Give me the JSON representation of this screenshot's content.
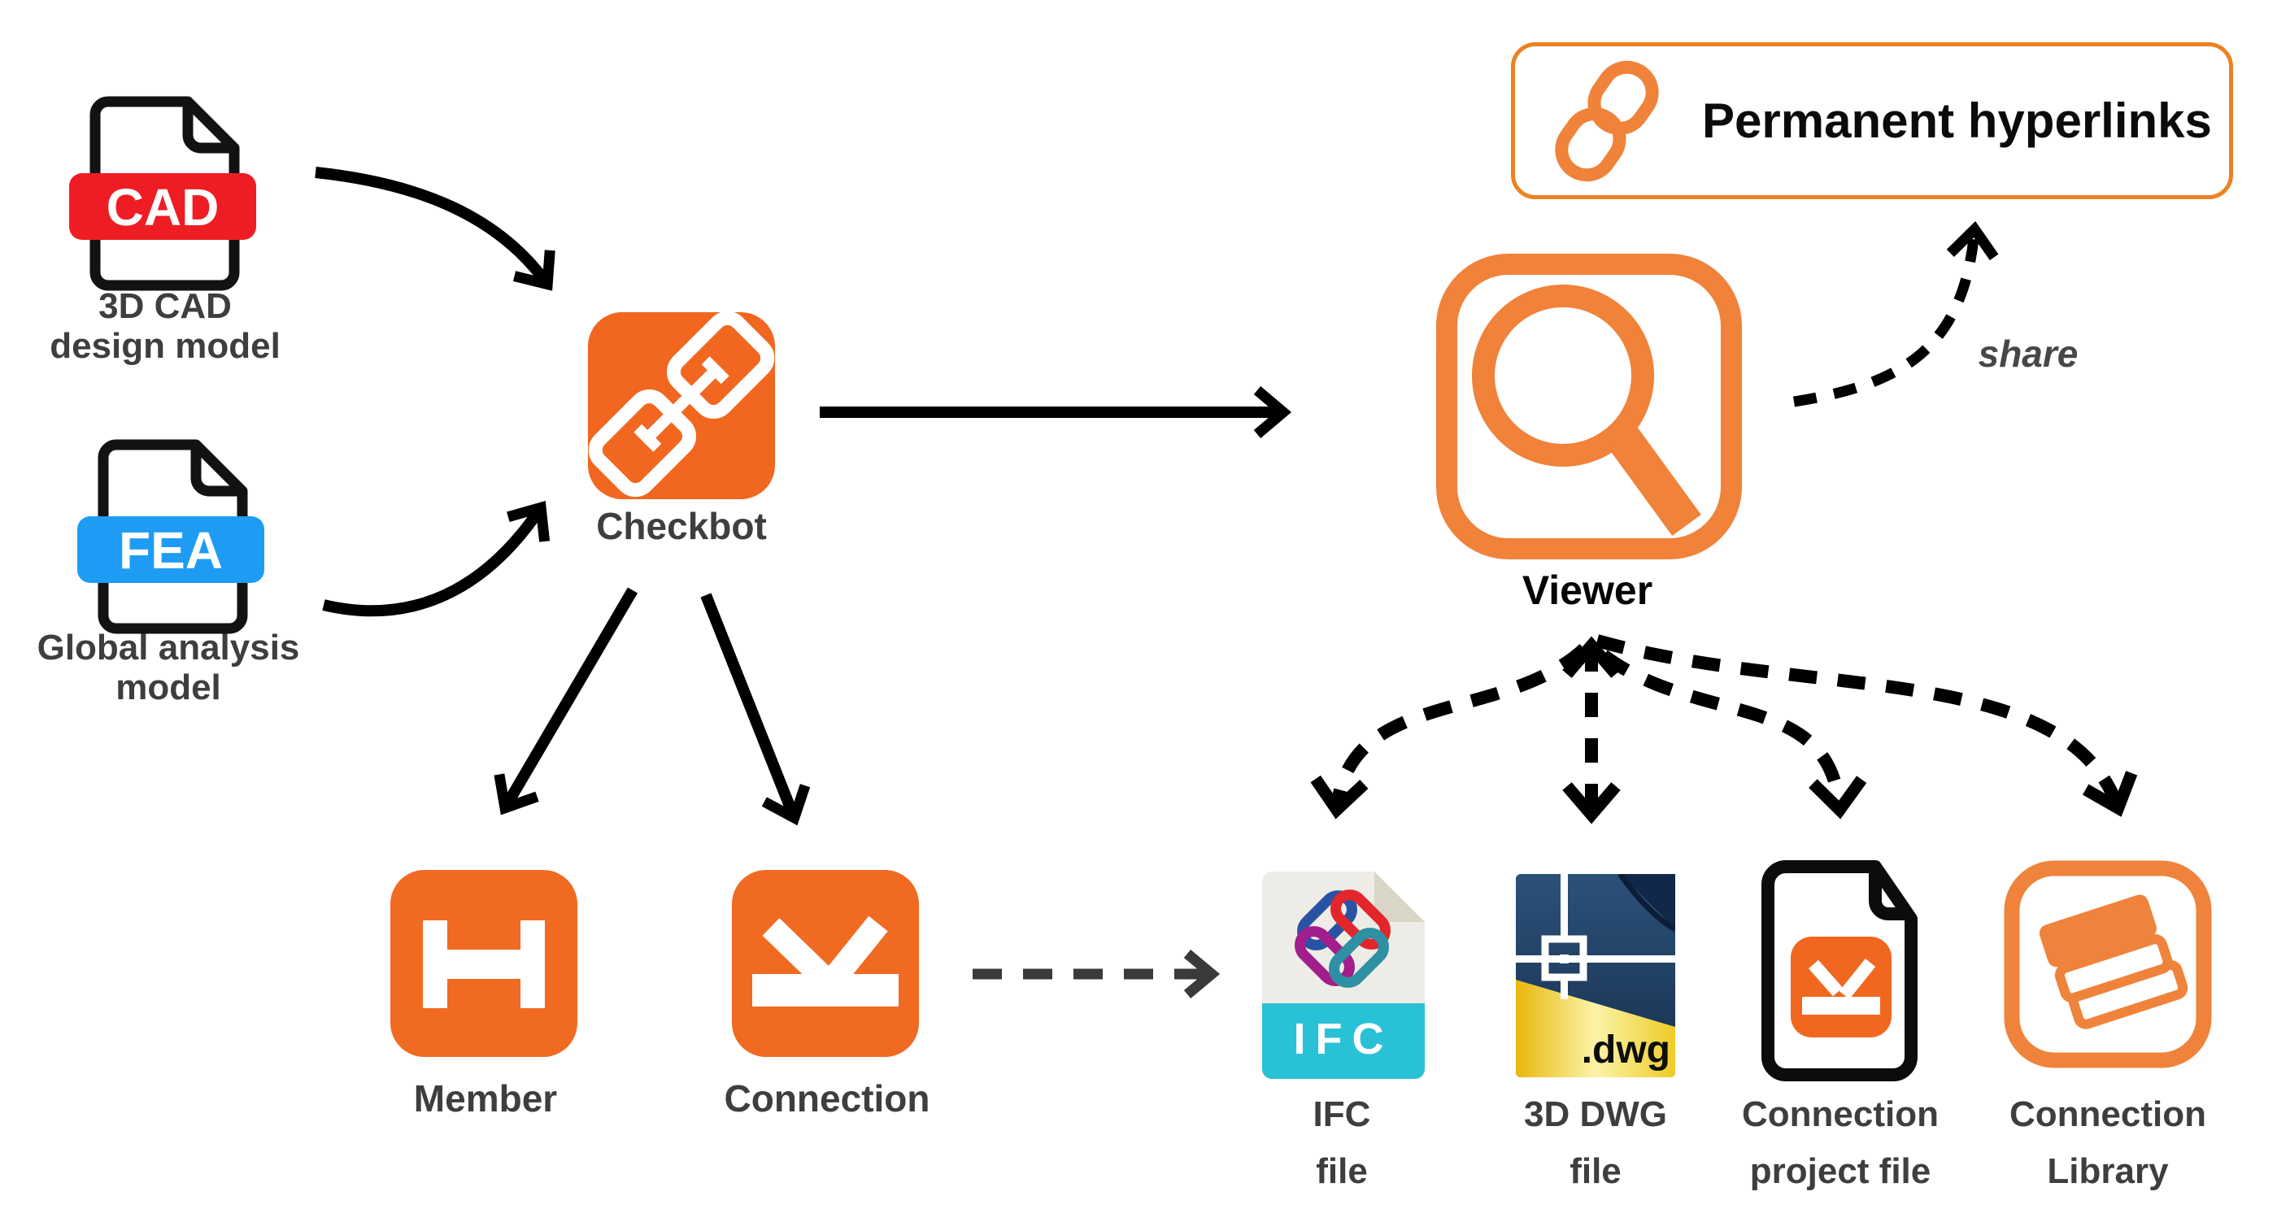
{
  "palette": {
    "orange_fill": "#F16A21",
    "orange_outline": "#F0823A",
    "cad_red": "#EE1D23",
    "fea_blue": "#1E9CF4",
    "ifc_cyan": "#29C1D6",
    "dwg_navy": "#24466B",
    "dwg_gold": "#F2CB1D",
    "label_gray": "#3E3E3E",
    "arrow_black": "#000000",
    "arrow_gray": "#3A3A3A"
  },
  "nodes": {
    "cad": {
      "badge": "CAD",
      "label_line1": "3D CAD",
      "label_line2": "design model"
    },
    "fea": {
      "badge": "FEA",
      "label_line1": "Global analysis",
      "label_line2": "model"
    },
    "checkbot": {
      "label": "Checkbot"
    },
    "viewer": {
      "label": "Viewer"
    },
    "permanent_hyperlinks": {
      "label": "Permanent hyperlinks"
    },
    "member": {
      "label": "Member"
    },
    "connection": {
      "label": "Connection"
    },
    "ifc": {
      "badge": "IFC",
      "label_line1": "IFC",
      "label_line2": "file"
    },
    "dwg": {
      "badge": ".dwg",
      "label_line1": "3D DWG",
      "label_line2": "file"
    },
    "connection_project": {
      "label_line1": "Connection",
      "label_line2": "project file"
    },
    "connection_library": {
      "label_line1": "Connection",
      "label_line2": "Library"
    }
  },
  "annotations": {
    "share": "share"
  },
  "edges": [
    {
      "from": "3D CAD design model",
      "to": "Checkbot",
      "style": "solid"
    },
    {
      "from": "Global analysis model",
      "to": "Checkbot",
      "style": "solid"
    },
    {
      "from": "Checkbot",
      "to": "Viewer",
      "style": "solid"
    },
    {
      "from": "Checkbot",
      "to": "Member",
      "style": "solid"
    },
    {
      "from": "Checkbot",
      "to": "Connection",
      "style": "solid"
    },
    {
      "from": "Connection",
      "to": "IFC file",
      "style": "dashed"
    },
    {
      "from": "Viewer",
      "to": "IFC file",
      "style": "dashed"
    },
    {
      "from": "Viewer",
      "to": "3D DWG file",
      "style": "dashed-double-headed"
    },
    {
      "from": "Viewer",
      "to": "Connection project file",
      "style": "dashed"
    },
    {
      "from": "Viewer",
      "to": "Connection Library",
      "style": "dashed"
    },
    {
      "from": "Viewer",
      "to": "Permanent hyperlinks",
      "style": "dashed",
      "label": "share"
    }
  ]
}
